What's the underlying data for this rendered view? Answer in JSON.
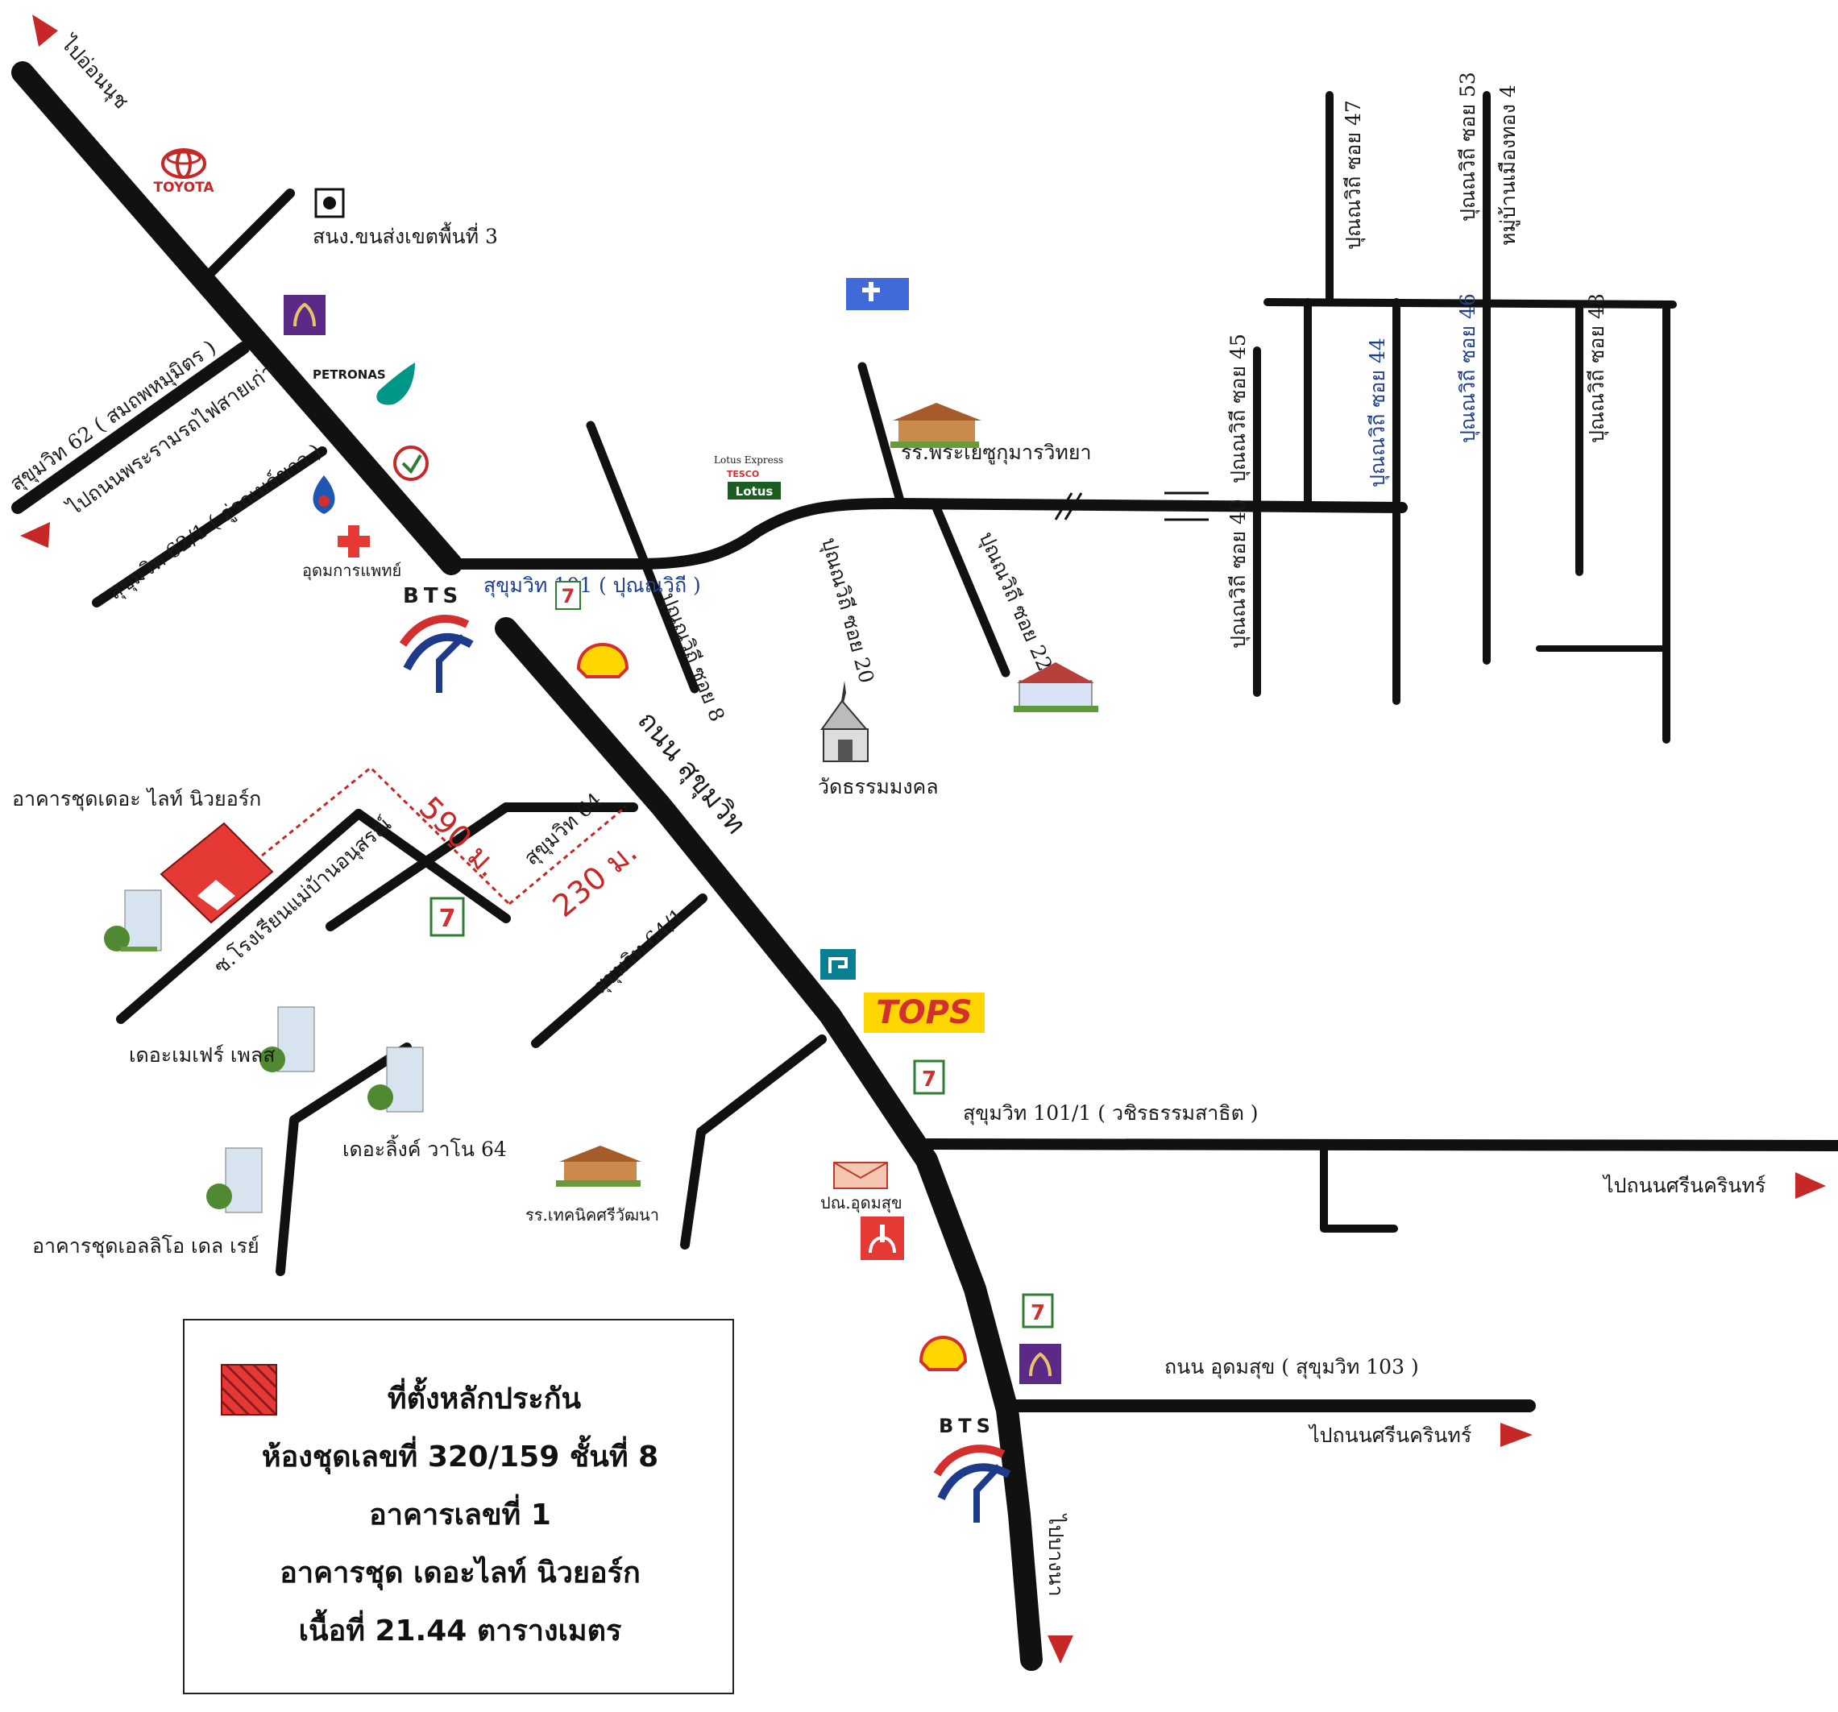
{
  "map": {
    "roads": {
      "sukhumvit_main": "ถนน สุขุมวิท",
      "to_on_nut": "ไปอ่อนนุช",
      "to_bangna": "ไปบางนา",
      "soi62": "สุขุมวิท 62 ( สมถพหมุมิตร )",
      "to_rama_rail": "ไปถนนพระรามรถไฟสายเก่า",
      "soi62_1": "สุขุมวิท 62/1 ( อู่รถเมล์ขาว )",
      "soi101": "สุขุมวิท 101 ( ปุณณวิถี )",
      "punnawithi8": "ปุณณวิถี ซอย 8",
      "punnawithi20": "ปุณณวิถี ซอย 20",
      "punnawithi22": "ปุณณวิถี ซอย 22",
      "punnawithi40": "ปุณณวิถี ซอย 40",
      "punnawithi45": "ปุณณวิถี ซอย 45",
      "punnawithi44": "ปุณณวิถี ซอย 44",
      "punnawithi46": "ปุณณวิถี ซอย 46",
      "punnawithi47": "ปุณณวิถี ซอย 47",
      "punnawithi48": "ปุณณวิถี ซอย 48",
      "punnawithi53": "ปุณณวิถี ซอย 53",
      "village": "หมู่บ้านเมืองทอง 4",
      "soi64": "สุขุมวิท 64",
      "soi64_1": "สุขุมวิท 64/1",
      "soi_rongrian": "ซ.โรงเรียนแม่บ้านอนุสรณ์",
      "soi101_1": "สุขุมวิท 101/1 ( วชิรธรรมสาธิต )",
      "udomsuk": "ถนน อุดมสุข ( สุขุมวิท 103 )",
      "to_srinakarin_1": "ไปถนนศรีนครินทร์",
      "to_srinakarin_2": "ไปถนนศรีนครินทร์"
    },
    "places": {
      "toyota": "TOYOTA",
      "transport_office": "สนง.ขนส่งเขตพื้นที่ 3",
      "petronas": "PETRONAS",
      "medical": "อุดมการแพทย์",
      "bts": "BTS",
      "lotus_express": "Lotus Express",
      "tesco": "TESCO",
      "lotus": "Lotus",
      "school_phra": "รร.พระเยซูกุมารวิทยา",
      "temple": "วัดธรรมมงคล",
      "the_light_ny": "อาคารชุดเดอะ ไลท์ นิวยอร์ก",
      "mayfair": "เดอะเมเฟร์ เพลส",
      "link_vano": "เดอะลิ้งค์ วาโน 64",
      "elio_del_ray": "อาคารชุดเอลลิโอ เดล เรย์",
      "school_tech": "รร.เทคนิคศรีวัฒนา",
      "post_office": "ปณ.อุดมสุข",
      "tops": "TOPS",
      "seven_eleven": "7"
    },
    "distances": {
      "d590": "590 ม.",
      "d230": "230 ม."
    }
  },
  "legend": {
    "title": "ที่ตั้งหลักประกัน",
    "line1": "ห้องชุดเลขที่ 320/159 ชั้นที่ 8",
    "line2": "อาคารเลขที่ 1",
    "line3": "อาคารชุด เดอะไลท์ นิวยอร์ก",
    "line4": "เนื้อที่ 21.44 ตารางเมตร",
    "swatch_color": "#e53935"
  },
  "colors": {
    "road": "#111111",
    "accent_red": "#c62828",
    "label_blue": "#1f3f8f",
    "bts_red": "#d32f2f",
    "bts_blue": "#1e3a8a",
    "tops_yellow": "#ffd600"
  }
}
